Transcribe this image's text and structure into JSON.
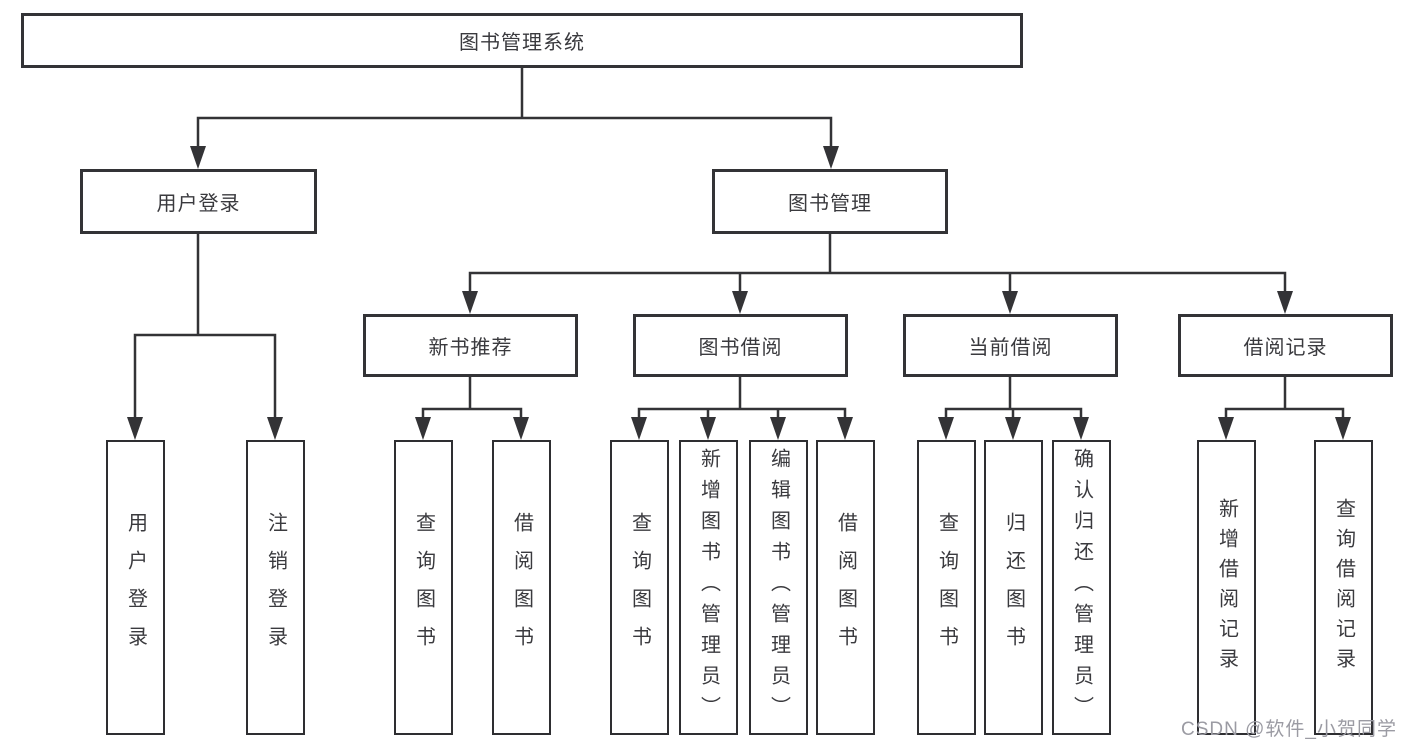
{
  "diagram": {
    "root": "图书管理系统",
    "level2": {
      "user_login": "用户登录",
      "book_mgmt": "图书管理"
    },
    "level3": {
      "new_books": "新书推荐",
      "book_borrow": "图书借阅",
      "current_borrow": "当前借阅",
      "borrow_records": "借阅记录"
    },
    "leaves": {
      "user_login": "用户登录",
      "logout": "注销登录",
      "nb_query": "查询图书",
      "nb_borrow": "借阅图书",
      "bb_query": "查询图书",
      "bb_add": "新增图书（管理员）",
      "bb_edit": "编辑图书（管理员）",
      "bb_borrow": "借阅图书",
      "cb_query": "查询图书",
      "cb_return": "归还图书",
      "cb_confirm": "确认归还（管理员）",
      "br_add": "新增借阅记录",
      "br_query": "查询借阅记录"
    },
    "watermark": "CSDN @软件_小贺同学",
    "colors": {
      "line": "#333336",
      "text": "#3a3a3e",
      "watermark": "#9b9ba3",
      "background": "#ffffff"
    }
  }
}
